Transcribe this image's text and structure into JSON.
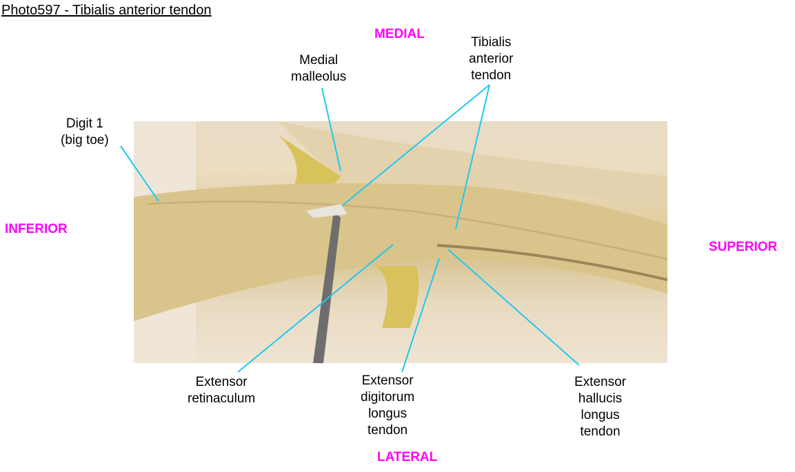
{
  "title": "Photo597 - Tibialis anterior tendon",
  "directions": {
    "medial": "MEDIAL",
    "lateral": "LATERAL",
    "inferior": "INFERIOR",
    "superior": "SUPERIOR"
  },
  "labels": {
    "digit1": [
      "Digit 1",
      "(big toe)"
    ],
    "medial_malleolus": [
      "Medial",
      "malleolus"
    ],
    "tibialis_anterior": [
      "Tibialis",
      "anterior",
      "tendon"
    ],
    "extensor_retinaculum": [
      "Extensor",
      "retinaculum"
    ],
    "edl": [
      "Extensor",
      "digitorum",
      "longus",
      "tendon"
    ],
    "ehl": [
      "Extensor",
      "hallucis",
      "longus",
      "tendon"
    ]
  },
  "colors": {
    "pointer": "#1ec8f0",
    "direction": "#ff00ff"
  }
}
